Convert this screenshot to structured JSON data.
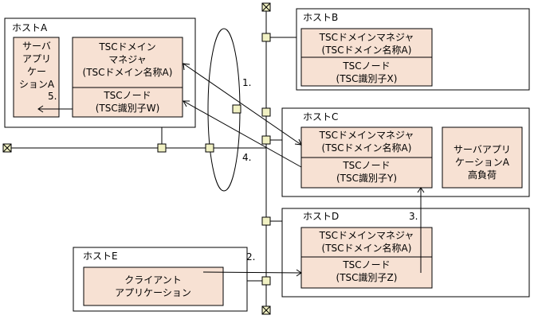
{
  "hosts": {
    "a": {
      "title": "ホストA",
      "server_app": [
        "サーバ",
        "アプリ",
        "ケー",
        "ションA"
      ],
      "manager": [
        "TSCドメイン",
        "マネジャ",
        "(TSCドメイン名称A)"
      ],
      "node": [
        "TSCノード",
        "(TSC識別子W)"
      ]
    },
    "b": {
      "title": "ホストB",
      "manager": [
        "TSCドメインマネジャ",
        "(TSCドメイン名称A)"
      ],
      "node": [
        "TSCノード",
        "(TSC識別子X)"
      ]
    },
    "c": {
      "title": "ホストC",
      "manager": [
        "TSCドメインマネジャ",
        "(TSCドメイン名称A)"
      ],
      "node": [
        "TSCノード",
        "(TSC識別子Y)"
      ],
      "server_app": [
        "サーバアプリ",
        "ケーションA",
        "高負荷"
      ]
    },
    "d": {
      "title": "ホストD",
      "manager": [
        "TSCドメインマネジャ",
        "(TSCドメイン名称A)"
      ],
      "node": [
        "TSCノード",
        "(TSC識別子Z)"
      ]
    },
    "e": {
      "title": "ホストE",
      "client_app": [
        "クライアント",
        "アプリケーション"
      ]
    }
  },
  "steps": {
    "s1": "1.",
    "s2": "2.",
    "s3": "3.",
    "s4": "4.",
    "s5": "5."
  }
}
